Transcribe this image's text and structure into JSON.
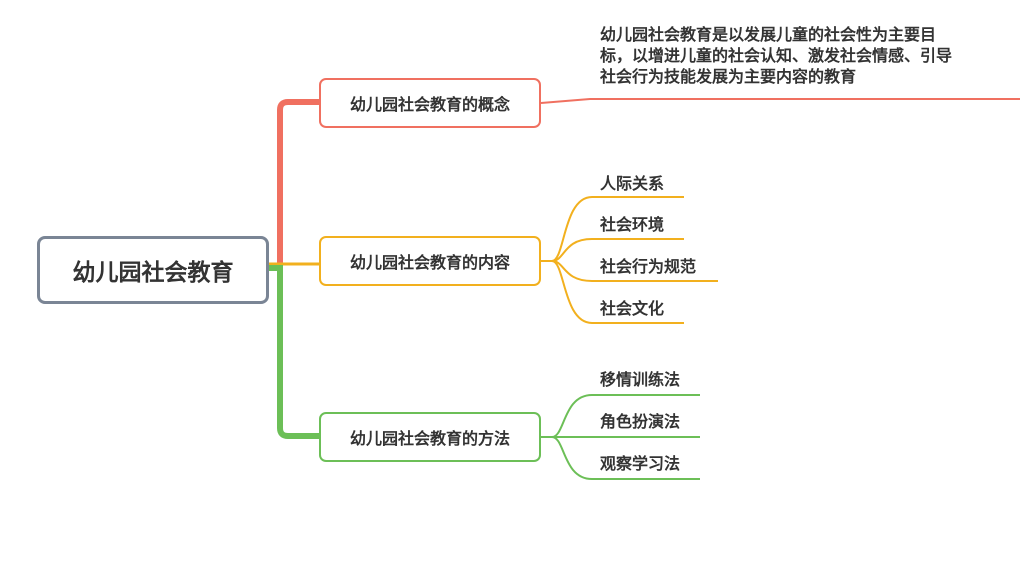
{
  "root": {
    "label": "幼儿园社会教育"
  },
  "colors": {
    "concept": "#f07060",
    "content": "#f2b01e",
    "method": "#6cbf57",
    "root_border": "#7a8595"
  },
  "branches": [
    {
      "label": "幼儿园社会教育的概念",
      "description": [
        "幼儿园社会教育是以发展儿童的社会性为主要目",
        "标，以增进儿童的社会认知、激发社会情感、引导",
        "社会行为技能发展为主要内容的教育"
      ]
    },
    {
      "label": "幼儿园社会教育的内容",
      "children": [
        "人际关系",
        "社会环境",
        "社会行为规范",
        "社会文化"
      ]
    },
    {
      "label": "幼儿园社会教育的方法",
      "children": [
        "移情训练法",
        "角色扮演法",
        "观察学习法"
      ]
    }
  ]
}
